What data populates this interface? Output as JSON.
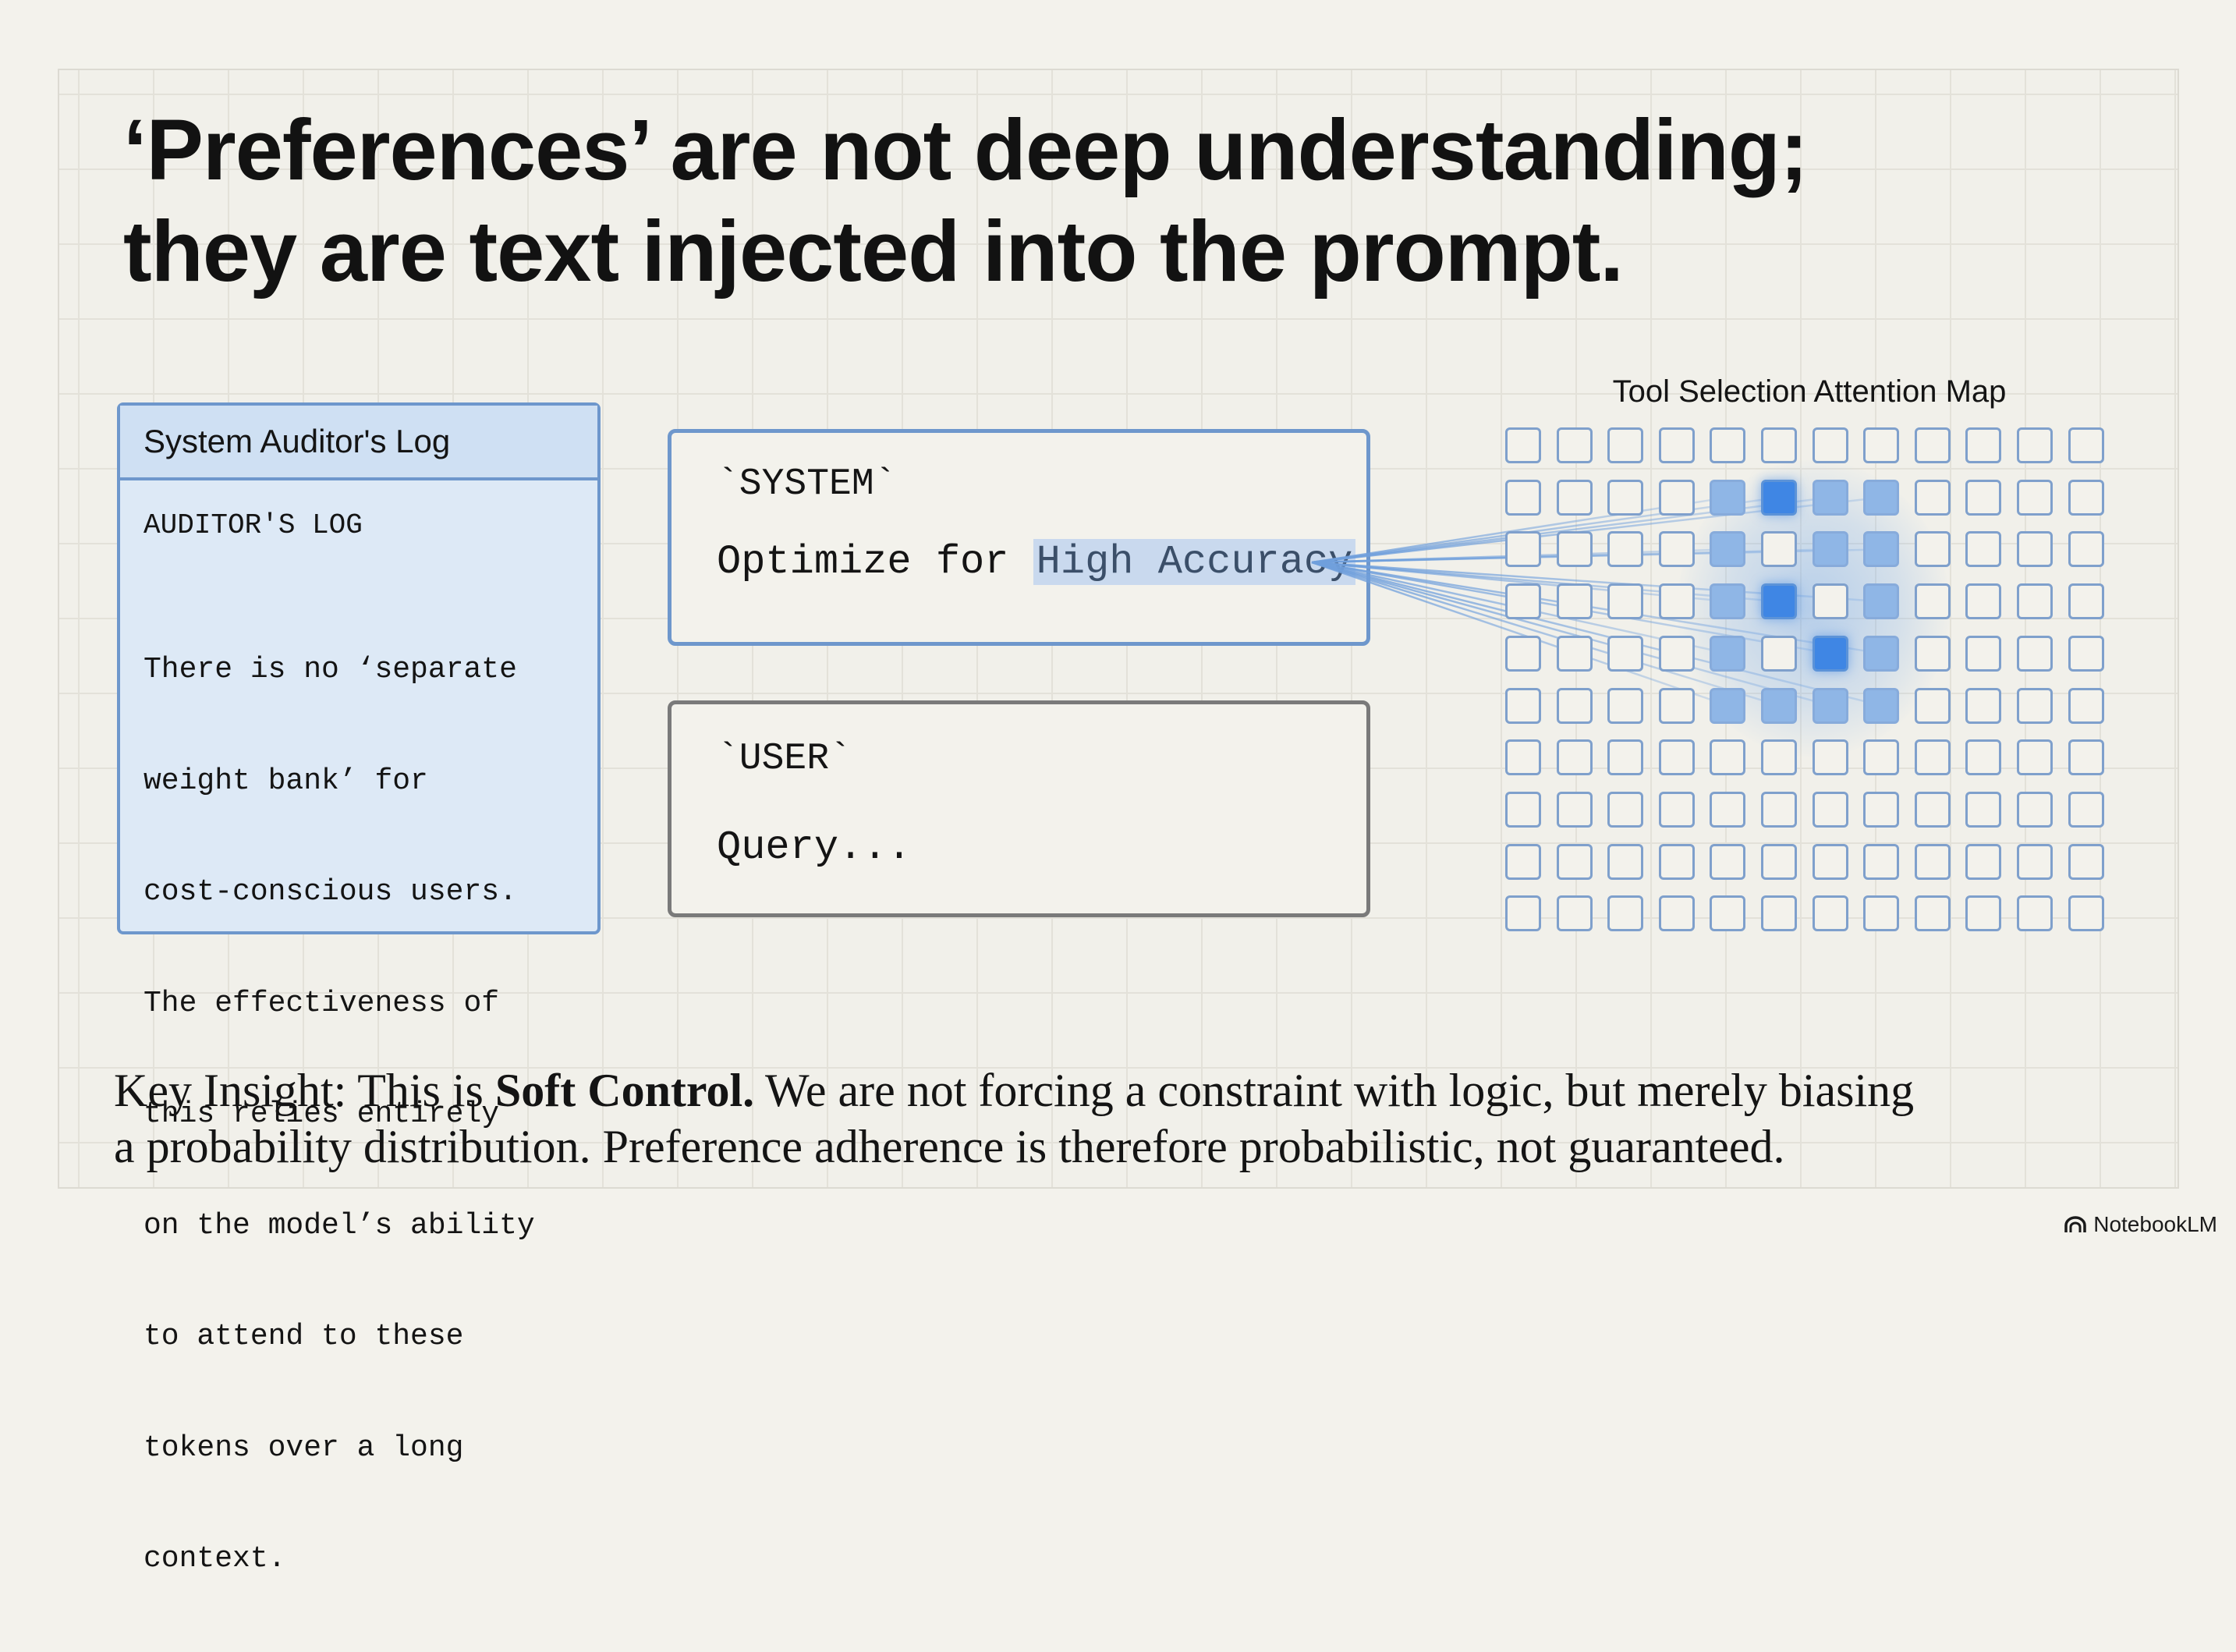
{
  "title": {
    "line1": "‘Preferences’ are not deep understanding;",
    "line2": "they are text injected into the prompt."
  },
  "auditor_log": {
    "header": "System Auditor's Log",
    "heading": "AUDITOR'S LOG",
    "lines": [
      "There is no ‘separate",
      "weight bank’ for",
      "cost-conscious users.",
      "The effectiveness of",
      "this relies entirely",
      "on the model’s ability",
      "to attend to these",
      "tokens over a long",
      "context."
    ]
  },
  "system_prompt": {
    "role": "`SYSTEM`",
    "prefix": "Optimize for ",
    "highlight": "High Accuracy"
  },
  "user_prompt": {
    "role": "`USER`",
    "content": "Query..."
  },
  "attention_map": {
    "title": "Tool Selection Attention Map",
    "rows": 10,
    "cols": 12,
    "highlighted_cells": [
      {
        "row": 1,
        "col": 4,
        "level": "medium"
      },
      {
        "row": 1,
        "col": 5,
        "level": "strong"
      },
      {
        "row": 1,
        "col": 6,
        "level": "medium"
      },
      {
        "row": 1,
        "col": 7,
        "level": "medium"
      },
      {
        "row": 2,
        "col": 4,
        "level": "medium"
      },
      {
        "row": 2,
        "col": 6,
        "level": "medium"
      },
      {
        "row": 2,
        "col": 7,
        "level": "medium"
      },
      {
        "row": 3,
        "col": 4,
        "level": "medium"
      },
      {
        "row": 3,
        "col": 5,
        "level": "strong"
      },
      {
        "row": 3,
        "col": 7,
        "level": "medium"
      },
      {
        "row": 4,
        "col": 4,
        "level": "medium"
      },
      {
        "row": 4,
        "col": 6,
        "level": "strong"
      },
      {
        "row": 4,
        "col": 7,
        "level": "medium"
      },
      {
        "row": 5,
        "col": 4,
        "level": "medium"
      },
      {
        "row": 5,
        "col": 5,
        "level": "medium"
      },
      {
        "row": 5,
        "col": 6,
        "level": "medium"
      },
      {
        "row": 5,
        "col": 7,
        "level": "medium"
      }
    ],
    "colors": {
      "strong": "#3f86e4",
      "medium": "#8fb6e6",
      "empty": "#f3f2ec",
      "border": "#7fa0cc"
    }
  },
  "key_insight": {
    "prefix": "Key Insight: This is ",
    "bold": "Soft Control.",
    "rest_line1": " We are not forcing a constraint with logic, but merely biasing",
    "line2": "a probability distribution. Preference adherence is therefore probabilistic, not guaranteed."
  },
  "brand": {
    "name": "NotebookLM",
    "icon": "notebooklm-logo-icon"
  }
}
